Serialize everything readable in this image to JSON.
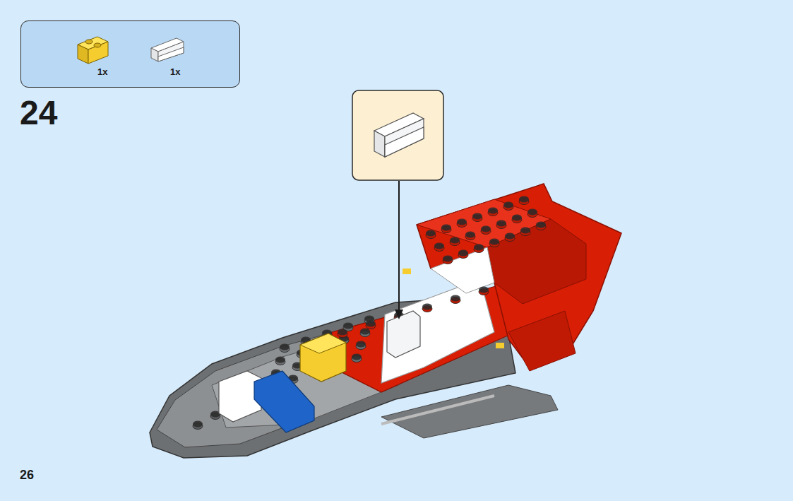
{
  "diagram": {
    "nodes": [
      {
        "text": [
          "1x",
          "1x"
        ]
      }
    ],
    "labels": [
      "24",
      "26"
    ]
  }
}
